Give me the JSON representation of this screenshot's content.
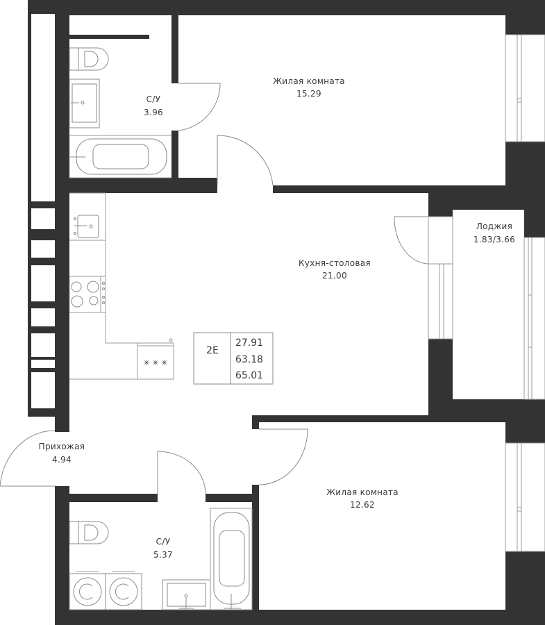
{
  "plan": {
    "colors": {
      "wall": "#333333",
      "line": "#9a9a9a",
      "text": "#3a3a3a",
      "background": "#ffffff"
    },
    "rooms": {
      "living_room_1": {
        "name": "Жилая комната",
        "area": "15.29"
      },
      "bathroom_1": {
        "name": "С/У",
        "area": "3.96"
      },
      "kitchen": {
        "name": "Кухня-столовая",
        "area": "21.00"
      },
      "loggia": {
        "name": "Лоджия",
        "area": "1.83/3.66"
      },
      "hallway": {
        "name": "Прихожая",
        "area": "4.94"
      },
      "bathroom_2": {
        "name": "С/У",
        "area": "5.37"
      },
      "living_room_2": {
        "name": "Жилая комната",
        "area": "12.62"
      }
    },
    "info_box": {
      "apartment_type": "2E",
      "living_area": "27.91",
      "total_area": "63.18",
      "total_area_with_loggia": "65.01"
    },
    "fixtures": {
      "hob_icon": "stove-icon",
      "sink_icon": "sink-icon",
      "toilet_icon": "toilet-icon",
      "bathtub_icon": "bathtub-icon",
      "washer_icon": "washing-machine-icon",
      "radiator_icon": "radiator-icon",
      "door_icon": "door-swing-icon",
      "window_icon": "window-icon"
    }
  }
}
